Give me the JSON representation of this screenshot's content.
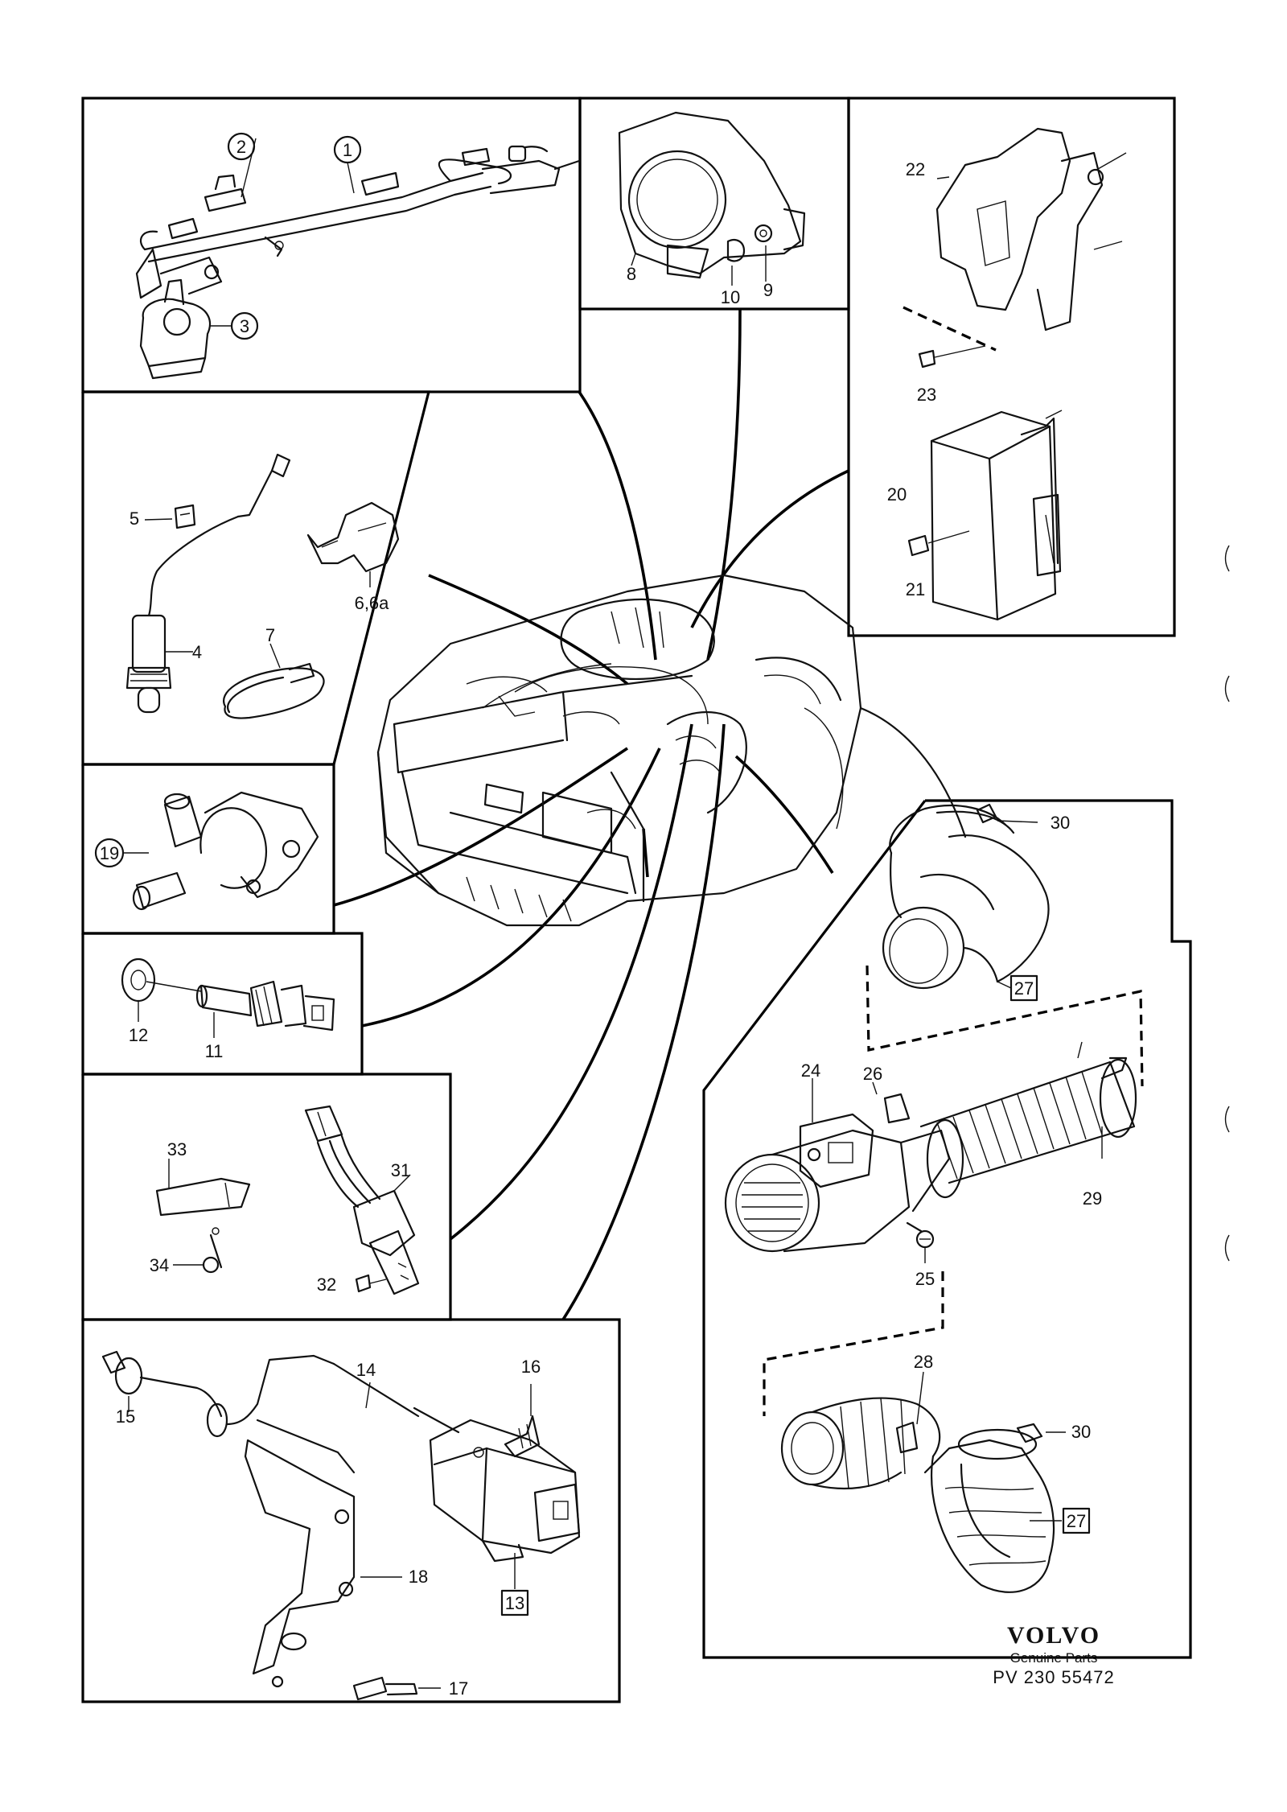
{
  "callouts": {
    "n1": "1",
    "n2": "2",
    "n3": "3",
    "n4": "4",
    "n5": "5",
    "n6": "6,6a",
    "n7": "7",
    "n8": "8",
    "n9": "9",
    "n10": "10",
    "n11": "11",
    "n12": "12",
    "n13": "13",
    "n14": "14",
    "n15": "15",
    "n16": "16",
    "n17": "17",
    "n18": "18",
    "n19": "19",
    "n20": "20",
    "n21": "21",
    "n22": "22",
    "n23": "23",
    "n24": "24",
    "n25": "25",
    "n26": "26",
    "n27a": "27",
    "n27b": "27",
    "n28": "28",
    "n29": "29",
    "n30a": "30",
    "n30b": "30",
    "n31": "31",
    "n32": "32",
    "n33": "33",
    "n34": "34"
  },
  "footer": {
    "brand": "VOLVO",
    "tagline": "Genuine Parts",
    "code": "PV 230 55472"
  }
}
